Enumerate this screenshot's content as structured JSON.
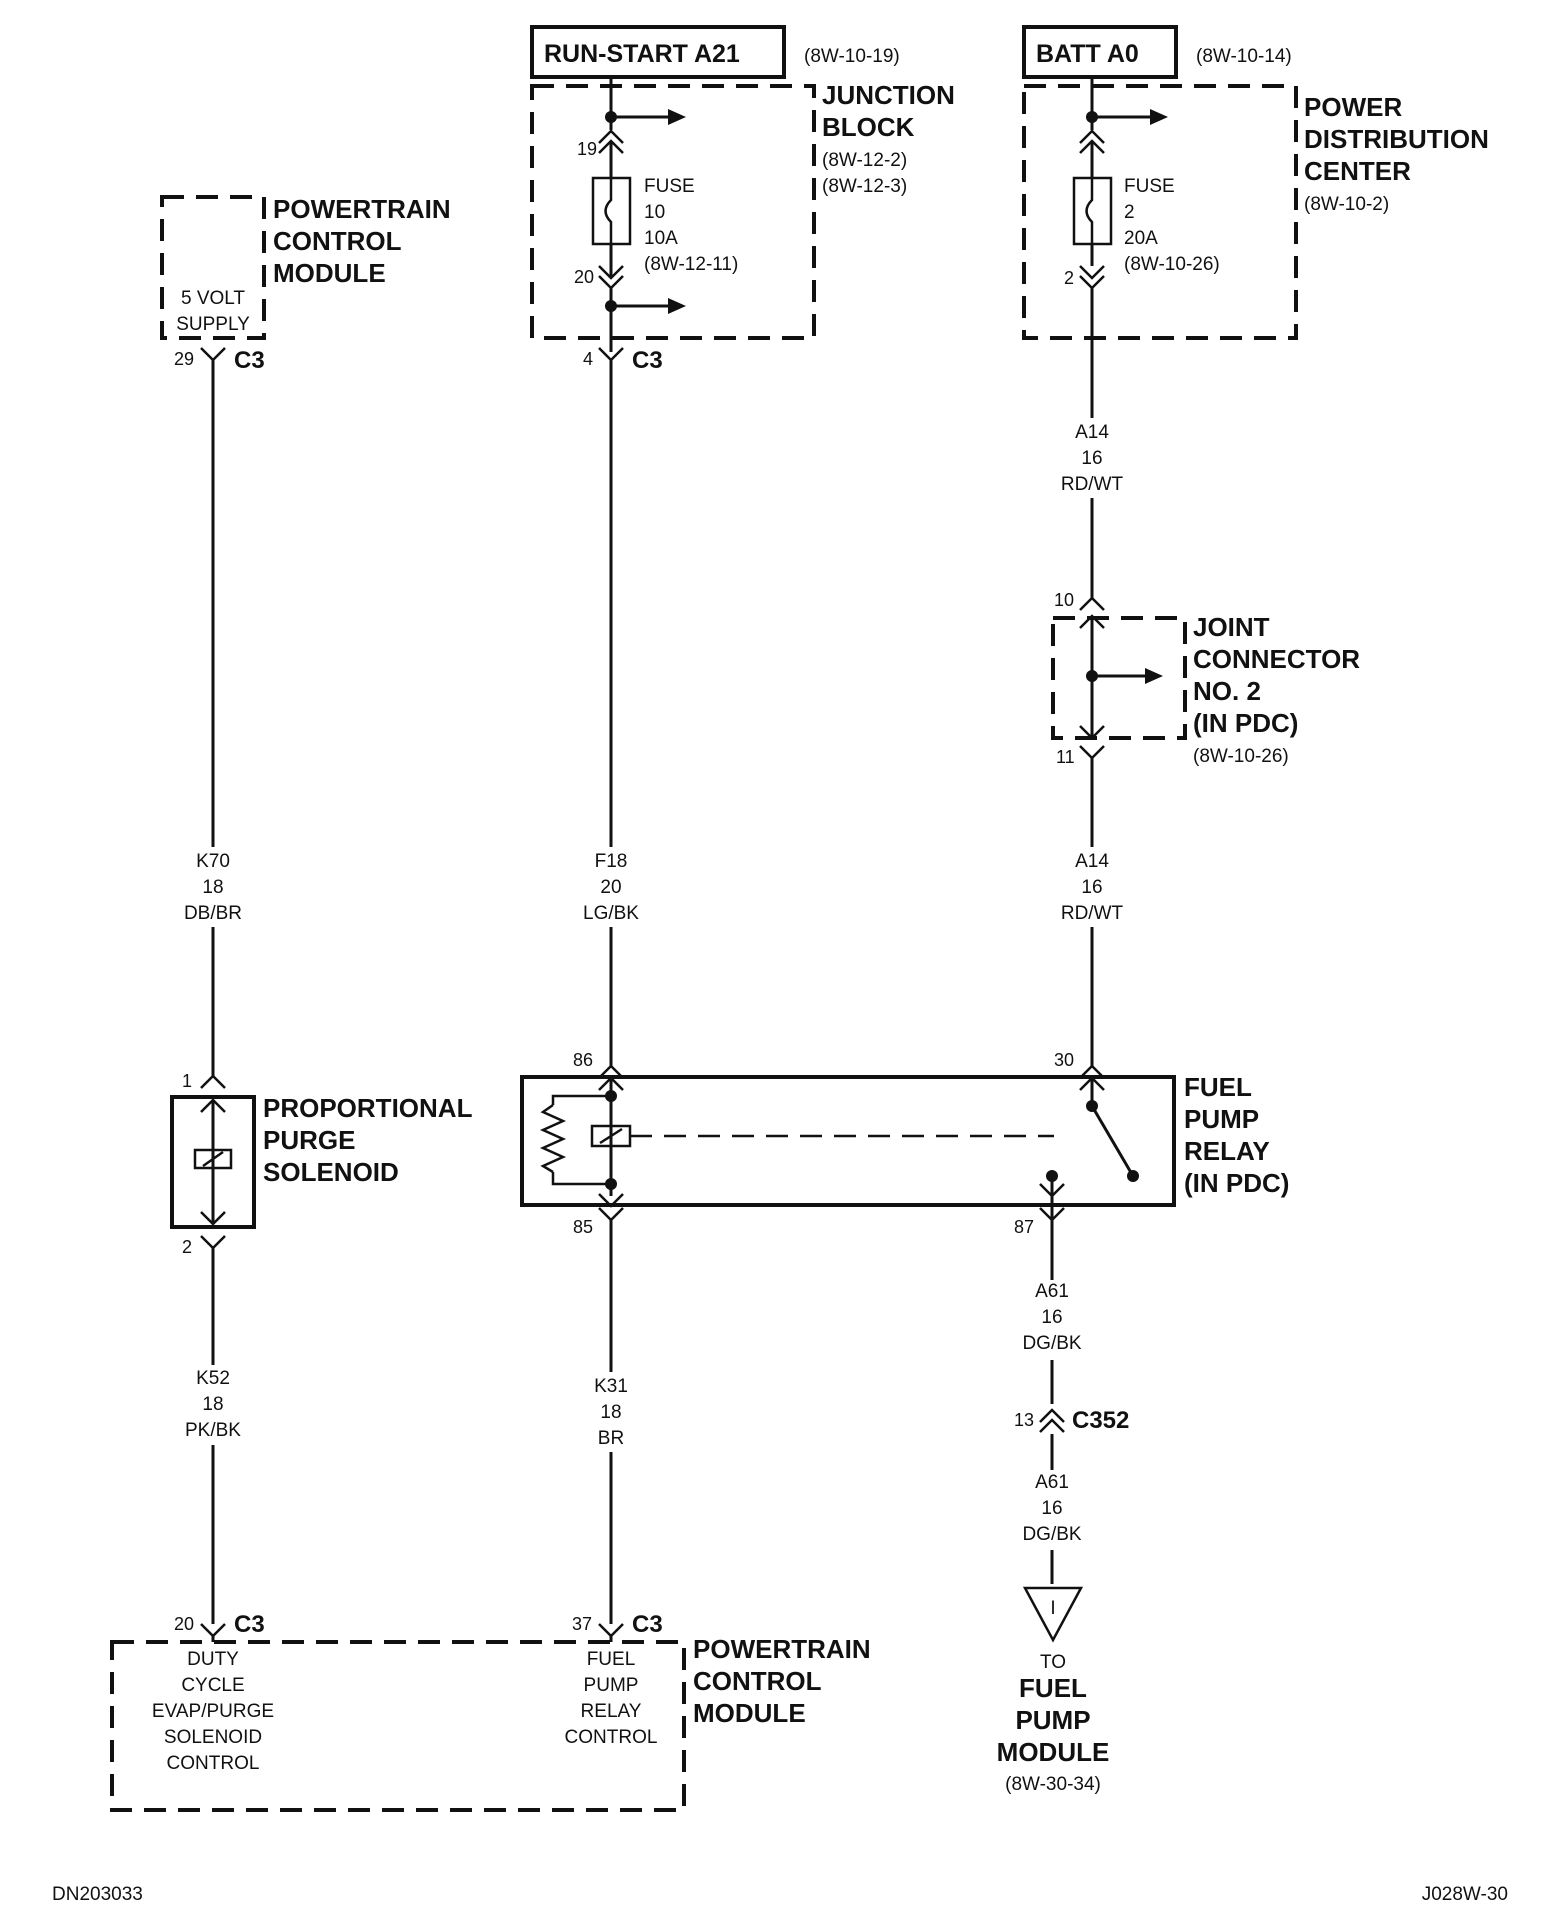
{
  "footer": {
    "left_code": "DN203033",
    "right_code": "J028W-30"
  },
  "sources": {
    "run_start": {
      "label": "RUN-START A21",
      "ref": "(8W-10-19)"
    },
    "batt": {
      "label": "BATT A0",
      "ref": "(8W-10-14)"
    }
  },
  "junction_block": {
    "title": [
      "JUNCTION",
      "BLOCK"
    ],
    "refs": [
      "(8W-12-2)",
      "(8W-12-3)"
    ],
    "fuse_text": [
      "FUSE",
      "10",
      "10A",
      "(8W-12-11)"
    ],
    "pin_in": "19",
    "pin_out": "20"
  },
  "pdc": {
    "title": [
      "POWER",
      "DISTRIBUTION",
      "CENTER"
    ],
    "ref": "(8W-10-2)",
    "fuse_text": [
      "FUSE",
      "2",
      "20A",
      "(8W-10-26)"
    ],
    "pin_out": "2"
  },
  "pcm_top": {
    "title": [
      "POWERTRAIN",
      "CONTROL",
      "MODULE"
    ],
    "inner": [
      "5 VOLT",
      "SUPPLY"
    ],
    "pin": "29",
    "connector": "C3"
  },
  "jb_connector": {
    "pin": "4",
    "connector": "C3"
  },
  "wires": {
    "k70": [
      "K70",
      "18",
      "DB/BR"
    ],
    "f18": [
      "F18",
      "20",
      "LG/BK"
    ],
    "a14_top": [
      "A14",
      "16",
      "RD/WT"
    ],
    "a14_bot": [
      "A14",
      "16",
      "RD/WT"
    ],
    "k52": [
      "K52",
      "18",
      "PK/BK"
    ],
    "k31": [
      "K31",
      "18",
      "BR"
    ],
    "a61_top": [
      "A61",
      "16",
      "DG/BK"
    ],
    "a61_bot": [
      "A61",
      "16",
      "DG/BK"
    ]
  },
  "joint_connector": {
    "title": [
      "JOINT",
      "CONNECTOR",
      "NO. 2",
      "(IN PDC)"
    ],
    "ref": "(8W-10-26)",
    "pin_in": "10",
    "pin_out": "11"
  },
  "purge_solenoid": {
    "title": [
      "PROPORTIONAL",
      "PURGE",
      "SOLENOID"
    ],
    "pin_top": "1",
    "pin_bot": "2"
  },
  "relay": {
    "title": [
      "FUEL",
      "PUMP",
      "RELAY",
      "(IN PDC)"
    ],
    "pin_86": "86",
    "pin_85": "85",
    "pin_30": "30",
    "pin_87": "87"
  },
  "c352": {
    "pin": "13",
    "connector": "C352"
  },
  "pcm_bottom": {
    "title": [
      "POWERTRAIN",
      "CONTROL",
      "MODULE"
    ],
    "left_text": [
      "DUTY",
      "CYCLE",
      "EVAP/PURGE",
      "SOLENOID",
      "CONTROL"
    ],
    "right_text": [
      "FUEL",
      "PUMP",
      "RELAY",
      "CONTROL"
    ],
    "pin_left": "20",
    "pin_right": "37",
    "connector_left": "C3",
    "connector_right": "C3"
  },
  "fuel_pump_module": {
    "to": "TO",
    "title": [
      "FUEL",
      "PUMP",
      "MODULE"
    ],
    "ref": "(8W-30-34)",
    "symbol": "I"
  }
}
